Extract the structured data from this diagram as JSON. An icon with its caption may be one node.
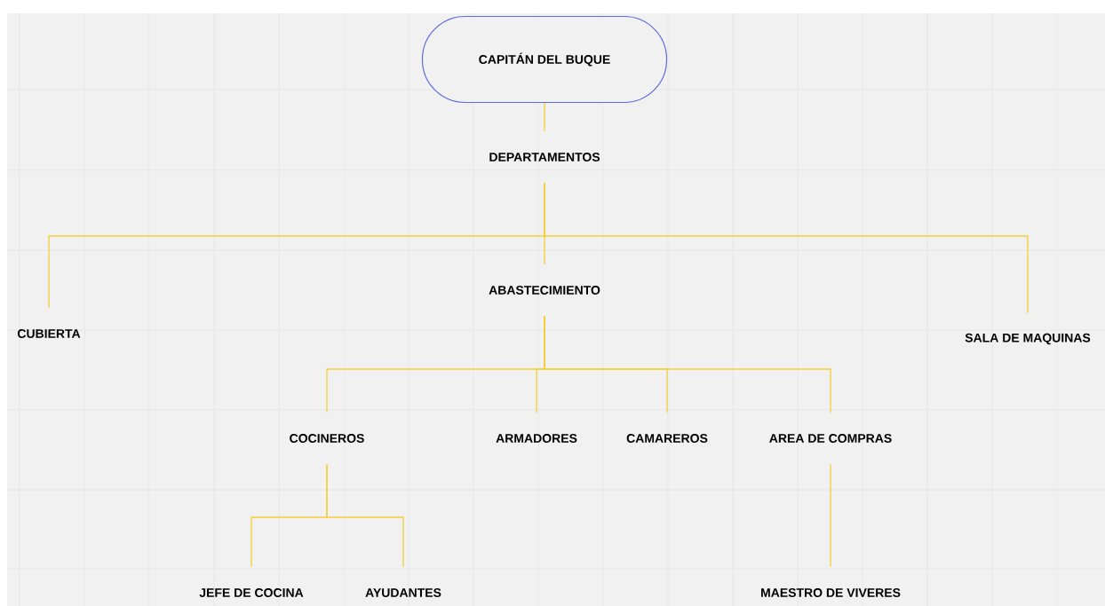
{
  "diagram": {
    "nodes": [
      {
        "text": [
          "CAPITÁN DEL BUQUE"
        ]
      },
      {
        "text": [
          "DEPARTAMENTOS"
        ]
      },
      {
        "text": [
          "CUBIERTA"
        ]
      },
      {
        "text": [
          "ABASTECIMIENTO"
        ]
      },
      {
        "text": [
          "SALA DE MAQUINAS"
        ]
      },
      {
        "text": [
          "COCINEROS"
        ]
      },
      {
        "text": [
          "ARMADORES"
        ]
      },
      {
        "text": [
          "CAMAREROS"
        ]
      },
      {
        "text": [
          "AREA DE COMPRAS"
        ]
      },
      {
        "text": [
          "JEFE DE COCINA"
        ]
      },
      {
        "text": [
          "AYUDANTES"
        ]
      },
      {
        "text": [
          "MAESTRO DE VIVERES"
        ]
      }
    ],
    "edges": [
      {
        "from": 0,
        "to": 1,
        "arrow": "none"
      },
      {
        "from": 1,
        "to": 2,
        "arrow": "none"
      },
      {
        "from": 1,
        "to": 3,
        "arrow": "none"
      },
      {
        "from": 1,
        "to": 4,
        "arrow": "none"
      },
      {
        "from": 3,
        "to": 5,
        "arrow": "none"
      },
      {
        "from": 3,
        "to": 6,
        "arrow": "none"
      },
      {
        "from": 3,
        "to": 7,
        "arrow": "none"
      },
      {
        "from": 3,
        "to": 8,
        "arrow": "none"
      },
      {
        "from": 5,
        "to": 9,
        "arrow": "none"
      },
      {
        "from": 5,
        "to": 10,
        "arrow": "none"
      },
      {
        "from": 8,
        "to": 11,
        "arrow": "none"
      }
    ]
  }
}
